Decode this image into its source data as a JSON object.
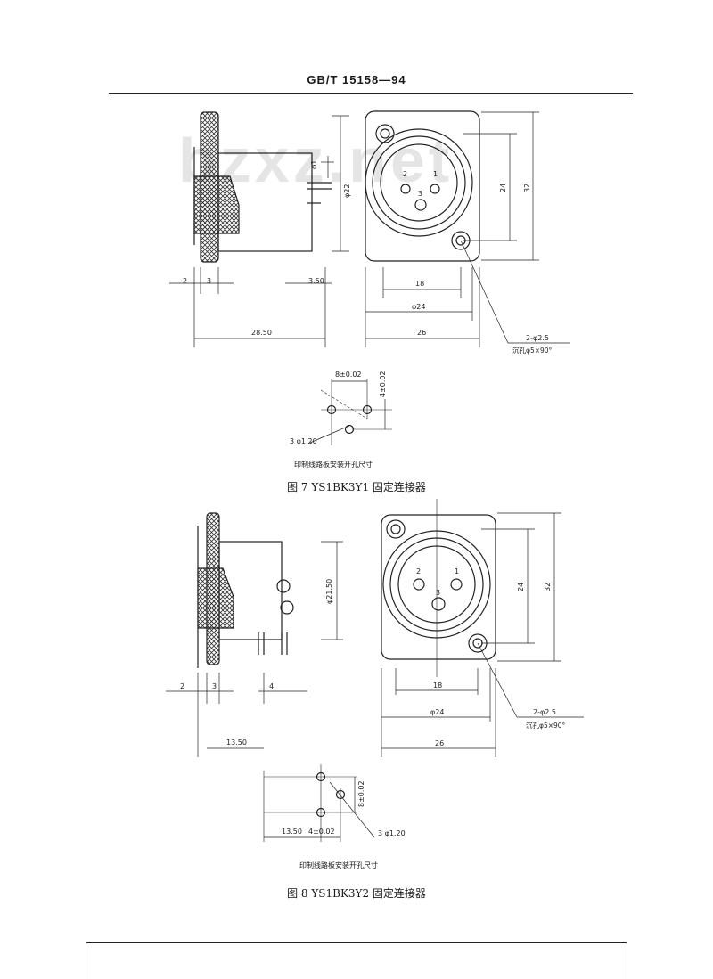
{
  "header": {
    "standard": "GB/T  15158—94"
  },
  "watermark": "bzxz.net",
  "fig7": {
    "caption": "图 7   YS1BK3Y1 固定连接器",
    "pcb_caption": "印制线路板安装开孔尺寸",
    "dims": {
      "d1": "φ1",
      "d22": "φ22",
      "d24v": "24",
      "d32v": "32",
      "l2": "2",
      "l3": "3",
      "l350": "3.50",
      "l2850": "28.50",
      "l18": "18",
      "ld24": "φ24",
      "l26": "26",
      "hole": "2-φ2.5",
      "csk": "沉孔φ5×90°",
      "pin2": "2",
      "pin1": "1",
      "pin3": "3",
      "p8": "8±0.02",
      "p4": "4±0.02",
      "p120": "3  φ1.20"
    }
  },
  "fig8": {
    "caption": "图 8   YS1BK3Y2 固定连接器",
    "pcb_caption": "印制线路板安装开孔尺寸",
    "dims": {
      "d2150": "φ21.50",
      "d24v": "24",
      "d32v": "32",
      "l2": "2",
      "l3": "3",
      "l4": "4",
      "l1350": "13.50",
      "l18": "18",
      "ld24": "φ24",
      "l26": "26",
      "hole": "2-φ2.5",
      "csk": "沉孔φ5×90°",
      "pin2": "2",
      "pin1": "1",
      "pin3": "3",
      "p1350": "13.50",
      "p4": "4±0.02",
      "p8": "8±0.02",
      "p120": "3  φ1.20"
    }
  }
}
